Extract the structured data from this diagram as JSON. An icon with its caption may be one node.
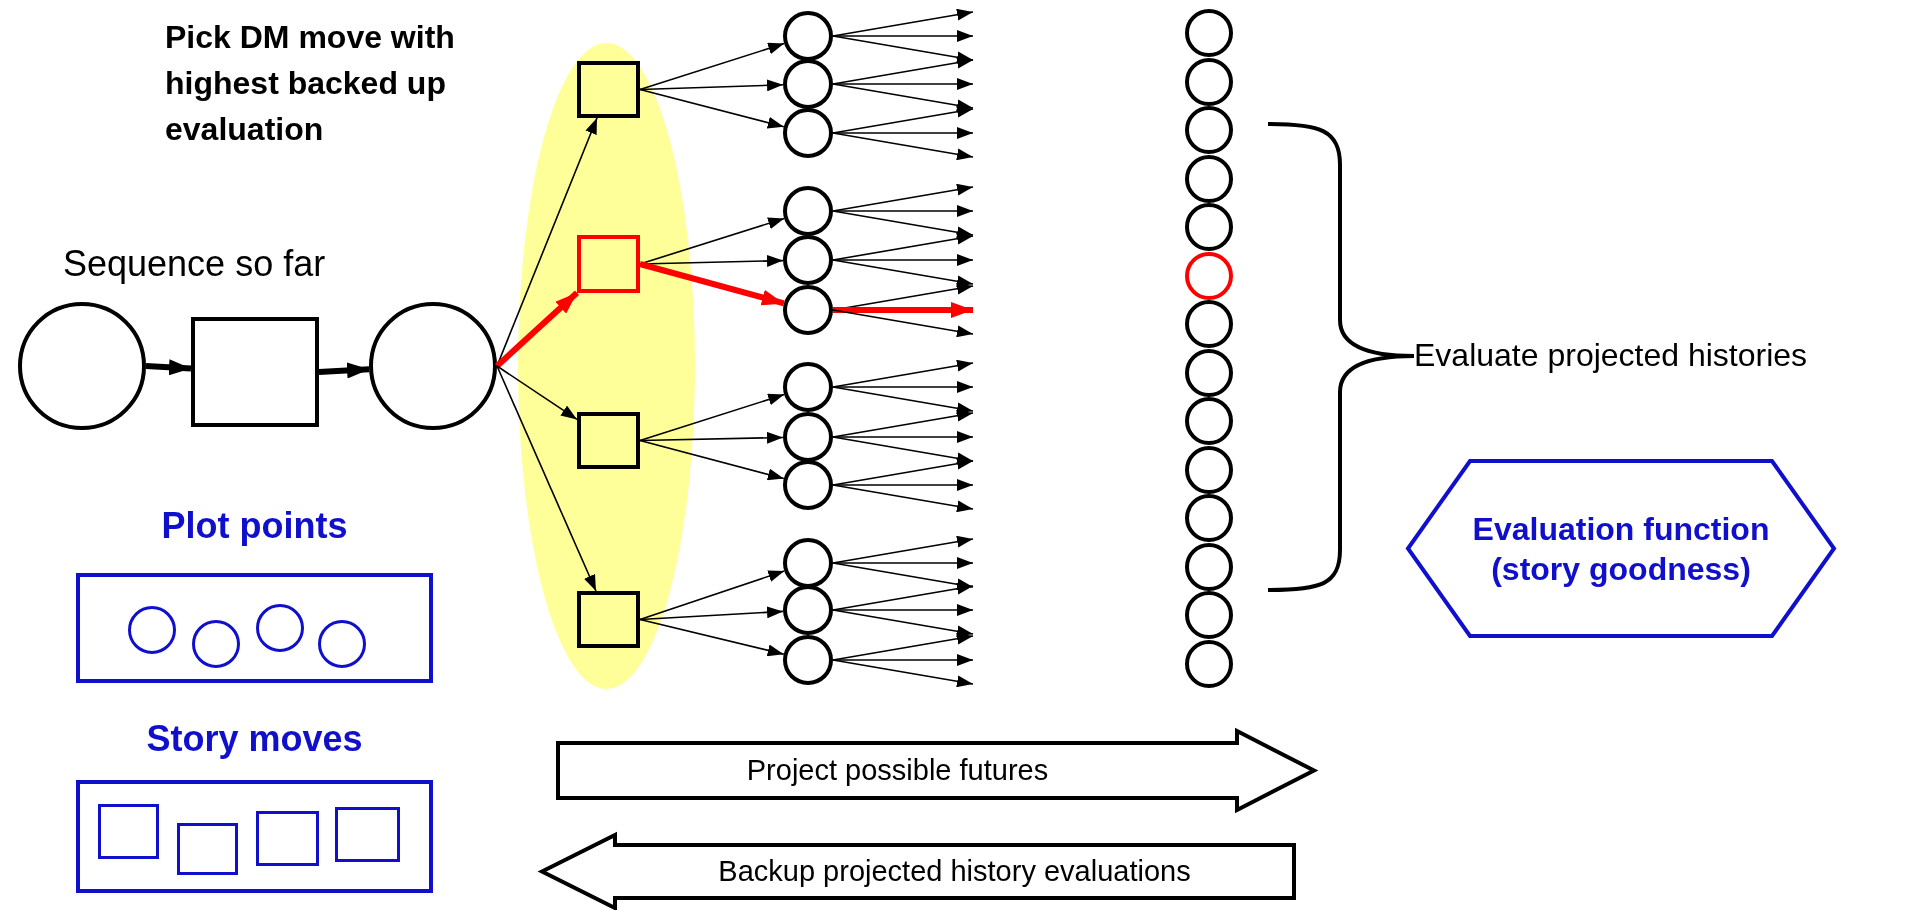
{
  "diagram": {
    "nodes": [
      {
        "text": [],
        "shape": "circle"
      },
      {
        "text": [],
        "shape": "box"
      },
      {
        "text": [],
        "shape": "circle"
      },
      {
        "text": [],
        "shape": "ellipse"
      },
      {
        "text": [],
        "shape": "box",
        "in": 3
      },
      {
        "text": [],
        "shape": "box",
        "in": 3
      },
      {
        "text": [],
        "shape": "box",
        "in": 3
      },
      {
        "text": [],
        "shape": "box",
        "in": 3
      },
      {
        "text": [],
        "shape": "circle"
      },
      {
        "text": [],
        "shape": "circle"
      },
      {
        "text": [],
        "shape": "circle"
      },
      {
        "text": [],
        "shape": "circle"
      },
      {
        "text": [],
        "shape": "circle"
      },
      {
        "text": [],
        "shape": "circle"
      },
      {
        "text": [],
        "shape": "circle"
      },
      {
        "text": [],
        "shape": "circle"
      },
      {
        "text": [],
        "shape": "circle"
      },
      {
        "text": [],
        "shape": "circle"
      },
      {
        "text": [],
        "shape": "circle"
      },
      {
        "text": [],
        "shape": "circle"
      },
      {
        "text": [],
        "shape": "circle"
      },
      {
        "text": [],
        "shape": "circle"
      },
      {
        "text": [],
        "shape": "circle"
      },
      {
        "text": [],
        "shape": "circle"
      },
      {
        "text": [],
        "shape": "circle"
      },
      {
        "text": [],
        "shape": "circle"
      },
      {
        "text": [],
        "shape": "circle"
      },
      {
        "text": [],
        "shape": "circle"
      },
      {
        "text": [],
        "shape": "circle"
      },
      {
        "text": [],
        "shape": "circle"
      },
      {
        "text": [],
        "shape": "circle"
      },
      {
        "text": [],
        "shape": "circle"
      },
      {
        "text": [],
        "shape": "circle"
      },
      {
        "text": [],
        "shape": "circle"
      },
      {
        "text": [
          "Evaluation function (story goodness)"
        ]
      },
      {
        "text": [
          "Plot points"
        ]
      },
      {
        "text": [],
        "shape": "circle",
        "in": 35
      },
      {
        "text": [],
        "shape": "circle",
        "in": 35
      },
      {
        "text": [],
        "shape": "circle",
        "in": 35
      },
      {
        "text": [],
        "shape": "circle",
        "in": 35
      },
      {
        "text": [
          "Story moves"
        ]
      },
      {
        "text": [],
        "shape": "box",
        "in": 40
      },
      {
        "text": [],
        "shape": "box",
        "in": 40
      },
      {
        "text": [],
        "shape": "box",
        "in": 40
      },
      {
        "text": [],
        "shape": "box",
        "in": 40
      },
      {
        "text": [
          "Project possible futures"
        ]
      },
      {
        "text": [
          "Backup projected history evaluations"
        ]
      }
    ],
    "edges": [
      {
        "from": 0,
        "to": 1,
        "arrow": "to",
        "style": "thick"
      },
      {
        "from": 1,
        "to": 2,
        "arrow": "to",
        "style": "thick"
      },
      {
        "from": 2,
        "to": 4,
        "arrow": "to"
      },
      {
        "from": 2,
        "to": 5,
        "arrow": "to",
        "style": "thick",
        "color": "#ff0000"
      },
      {
        "from": 2,
        "to": 6,
        "arrow": "to"
      },
      {
        "from": 2,
        "to": 7,
        "arrow": "to"
      },
      {
        "from": 4,
        "to": 8,
        "arrow": "to"
      },
      {
        "from": 4,
        "to": 9,
        "arrow": "to"
      },
      {
        "from": 4,
        "to": 10,
        "arrow": "to"
      },
      {
        "from": 5,
        "to": 11,
        "arrow": "to"
      },
      {
        "from": 5,
        "to": 12,
        "arrow": "to"
      },
      {
        "from": 5,
        "to": 13,
        "arrow": "to",
        "style": "thick",
        "color": "#ff0000"
      },
      {
        "from": 6,
        "to": 14,
        "arrow": "to"
      },
      {
        "from": 6,
        "to": 15,
        "arrow": "to"
      },
      {
        "from": 6,
        "to": 16,
        "arrow": "to"
      },
      {
        "from": 7,
        "to": 17,
        "arrow": "to"
      },
      {
        "from": 7,
        "to": 18,
        "arrow": "to"
      },
      {
        "from": 7,
        "to": 19,
        "arrow": "to"
      },
      {
        "from": 8,
        "to": null,
        "arrow": "to"
      },
      {
        "from": 8,
        "to": null,
        "arrow": "to"
      },
      {
        "from": 8,
        "to": null,
        "arrow": "to"
      },
      {
        "from": 9,
        "to": null,
        "arrow": "to"
      },
      {
        "from": 9,
        "to": null,
        "arrow": "to"
      },
      {
        "from": 9,
        "to": null,
        "arrow": "to"
      },
      {
        "from": 10,
        "to": null,
        "arrow": "to"
      },
      {
        "from": 10,
        "to": null,
        "arrow": "to"
      },
      {
        "from": 10,
        "to": null,
        "arrow": "to"
      },
      {
        "from": 11,
        "to": null,
        "arrow": "to"
      },
      {
        "from": 11,
        "to": null,
        "arrow": "to"
      },
      {
        "from": 11,
        "to": null,
        "arrow": "to"
      },
      {
        "from": 12,
        "to": null,
        "arrow": "to"
      },
      {
        "from": 12,
        "to": null,
        "arrow": "to"
      },
      {
        "from": 12,
        "to": null,
        "arrow": "to"
      },
      {
        "from": 13,
        "to": null,
        "arrow": "to"
      },
      {
        "from": 13,
        "to": null,
        "arrow": "to",
        "style": "thick",
        "color": "#ff0000"
      },
      {
        "from": 13,
        "to": null,
        "arrow": "to"
      },
      {
        "from": 14,
        "to": null,
        "arrow": "to"
      },
      {
        "from": 14,
        "to": null,
        "arrow": "to"
      },
      {
        "from": 14,
        "to": null,
        "arrow": "to"
      },
      {
        "from": 15,
        "to": null,
        "arrow": "to"
      },
      {
        "from": 15,
        "to": null,
        "arrow": "to"
      },
      {
        "from": 15,
        "to": null,
        "arrow": "to"
      },
      {
        "from": 16,
        "to": null,
        "arrow": "to"
      },
      {
        "from": 16,
        "to": null,
        "arrow": "to"
      },
      {
        "from": 16,
        "to": null,
        "arrow": "to"
      },
      {
        "from": 17,
        "to": null,
        "arrow": "to"
      },
      {
        "from": 17,
        "to": null,
        "arrow": "to"
      },
      {
        "from": 17,
        "to": null,
        "arrow": "to"
      },
      {
        "from": 18,
        "to": null,
        "arrow": "to"
      },
      {
        "from": 18,
        "to": null,
        "arrow": "to"
      },
      {
        "from": 18,
        "to": null,
        "arrow": "to"
      },
      {
        "from": 19,
        "to": null,
        "arrow": "to"
      },
      {
        "from": 19,
        "to": null,
        "arrow": "to"
      },
      {
        "from": 19,
        "to": null,
        "arrow": "to"
      }
    ],
    "labels": [
      "Pick DM move with highest backed up evaluation",
      "Sequence so far",
      "Evaluate projected histories"
    ]
  }
}
